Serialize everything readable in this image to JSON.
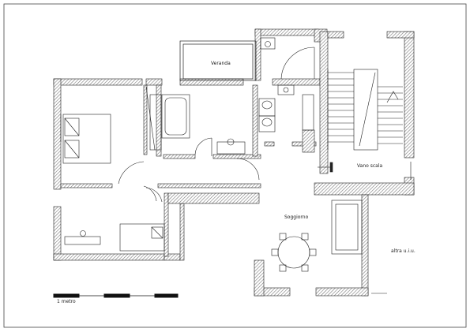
{
  "rooms": {
    "veranda": "Veranda",
    "vano_scala": "Vano scala",
    "soggiorno": "Soggiorno",
    "altra_uiu": "altra u.i.u."
  },
  "scale_bar": {
    "label": "1 metro"
  },
  "colors": {
    "wall_hatch": "#8a8a8a",
    "line": "#222222",
    "frame": "#444444"
  }
}
